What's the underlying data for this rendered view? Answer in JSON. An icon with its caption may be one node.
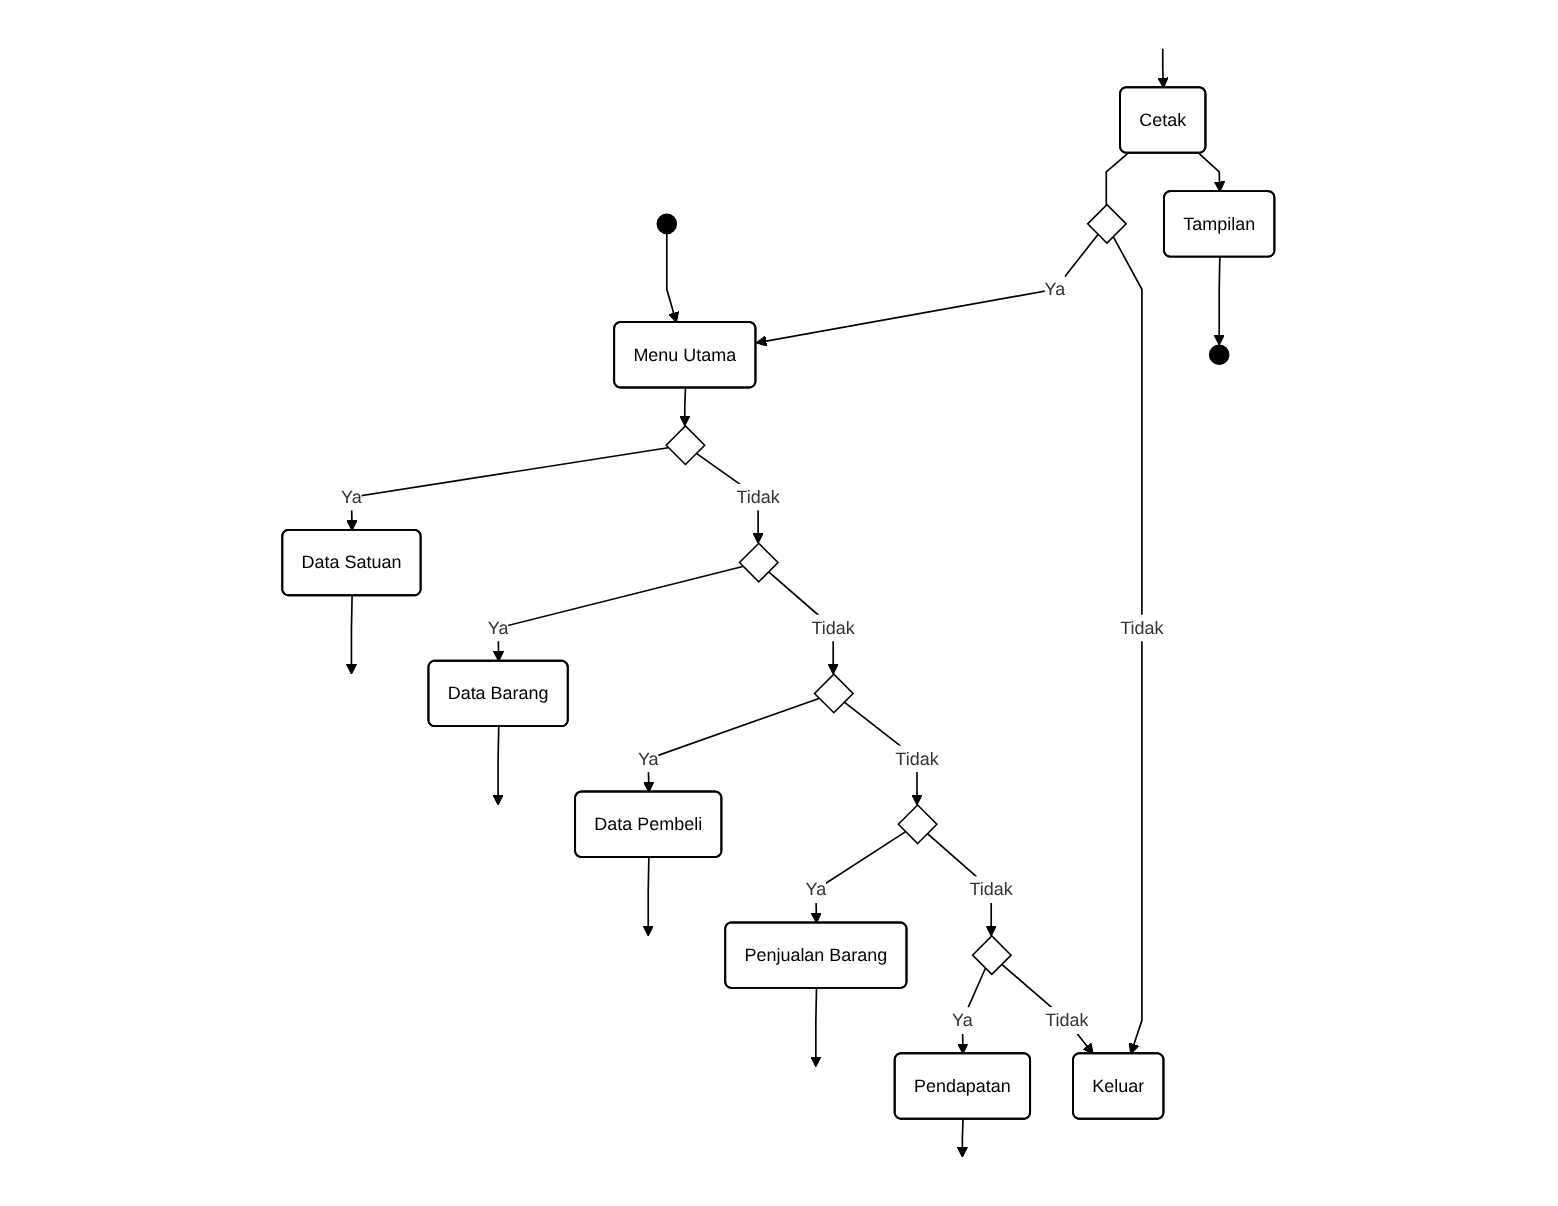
{
  "diagram": {
    "nodes": [
      {
        "text": [],
        "shape": "circle"
      },
      {
        "text": [
          "Menu Utama"
        ]
      },
      {
        "text": [],
        "shape": "diamond"
      },
      {
        "text": [
          "Data Satuan"
        ]
      },
      {
        "text": [],
        "shape": "diamond"
      },
      {
        "text": [
          "Data Barang"
        ]
      },
      {
        "text": [],
        "shape": "diamond"
      },
      {
        "text": [
          "Data Pembeli"
        ]
      },
      {
        "text": [],
        "shape": "diamond"
      },
      {
        "text": [
          "Penjualan Barang"
        ]
      },
      {
        "text": [],
        "shape": "diamond"
      },
      {
        "text": [
          "Pendapatan"
        ]
      },
      {
        "text": [],
        "shape": "diamond"
      },
      {
        "text": [
          "Keluar"
        ]
      },
      {
        "text": [
          "Cetak"
        ]
      },
      {
        "text": [
          "Tampilan"
        ]
      },
      {
        "text": [],
        "shape": "circle"
      }
    ],
    "edges": [
      {
        "from": 0,
        "to": 1,
        "arrow": "to"
      },
      {
        "from": 1,
        "to": 2,
        "arrow": "to"
      },
      {
        "from": 2,
        "to": 3,
        "label": "Ya",
        "arrow": "to"
      },
      {
        "from": 2,
        "to": 4,
        "label": "Tidak",
        "arrow": "to"
      },
      {
        "from": 4,
        "to": 5,
        "label": "Ya",
        "arrow": "to"
      },
      {
        "from": 4,
        "to": 6,
        "label": "Tidak",
        "arrow": "to"
      },
      {
        "from": 6,
        "to": 7,
        "label": "Ya",
        "arrow": "to"
      },
      {
        "from": 6,
        "to": 8,
        "label": "Tidak",
        "arrow": "to"
      },
      {
        "from": 8,
        "to": 9,
        "label": "Ya",
        "arrow": "to"
      },
      {
        "from": 8,
        "to": 10,
        "label": "Tidak",
        "arrow": "to"
      },
      {
        "from": 10,
        "to": 11,
        "label": "Ya",
        "arrow": "to"
      },
      {
        "from": 10,
        "to": 13,
        "label": "Tidak",
        "arrow": "to"
      },
      {
        "from": 3,
        "to": null,
        "arrow": "to"
      },
      {
        "from": 5,
        "to": null,
        "arrow": "to"
      },
      {
        "from": 7,
        "to": null,
        "arrow": "to"
      },
      {
        "from": 9,
        "to": null,
        "arrow": "to"
      },
      {
        "from": 11,
        "to": null,
        "arrow": "to"
      },
      {
        "from": null,
        "to": 14,
        "arrow": "to"
      },
      {
        "from": 14,
        "to": 12,
        "arrow": "none"
      },
      {
        "from": 12,
        "to": 1,
        "label": "Ya",
        "arrow": "to"
      },
      {
        "from": 12,
        "to": 13,
        "label": "Tidak",
        "arrow": "to"
      },
      {
        "from": 14,
        "to": 15,
        "arrow": "to"
      },
      {
        "from": 15,
        "to": 16,
        "arrow": "to"
      }
    ]
  }
}
